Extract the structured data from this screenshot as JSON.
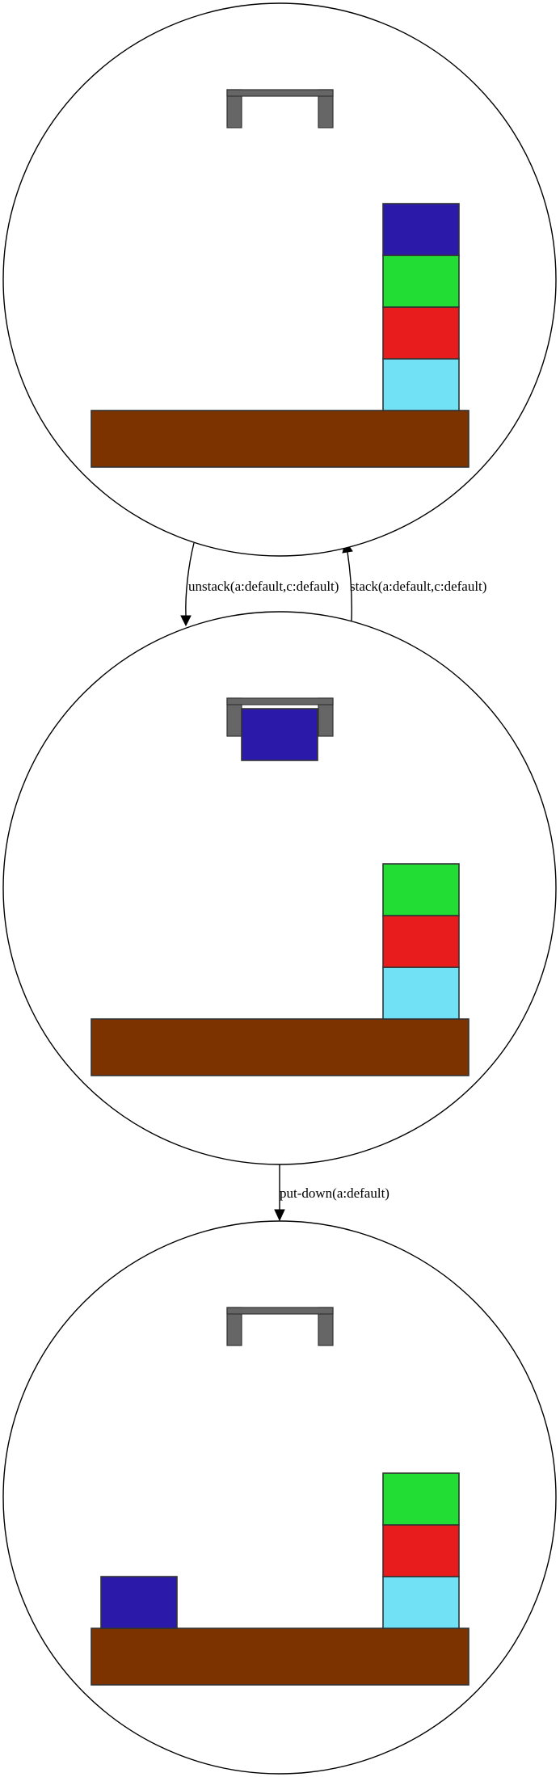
{
  "colors": {
    "table": "#7d3300",
    "gripper": "#666666",
    "a": "#2b1aaa",
    "b": "#22dd33",
    "c": "#e81c1c",
    "d": "#71e2f5"
  },
  "states": [
    {
      "id": "s0",
      "holding": null,
      "stacks": [
        {
          "slot": "right",
          "blocks": [
            "d",
            "c",
            "b",
            "a"
          ]
        }
      ]
    },
    {
      "id": "s1",
      "holding": "a",
      "stacks": [
        {
          "slot": "right",
          "blocks": [
            "d",
            "c",
            "b"
          ]
        }
      ]
    },
    {
      "id": "s2",
      "holding": null,
      "stacks": [
        {
          "slot": "left",
          "blocks": [
            "a"
          ]
        },
        {
          "slot": "right",
          "blocks": [
            "d",
            "c",
            "b"
          ]
        }
      ]
    }
  ],
  "edges": [
    {
      "id": "unstack",
      "from": "s0",
      "to": "s1",
      "label": "unstack(a:default,c:default)"
    },
    {
      "id": "stack",
      "from": "s1",
      "to": "s0",
      "label": "stack(a:default,c:default)"
    },
    {
      "id": "put-down",
      "from": "s1",
      "to": "s2",
      "label": "put-down(a:default)"
    }
  ]
}
